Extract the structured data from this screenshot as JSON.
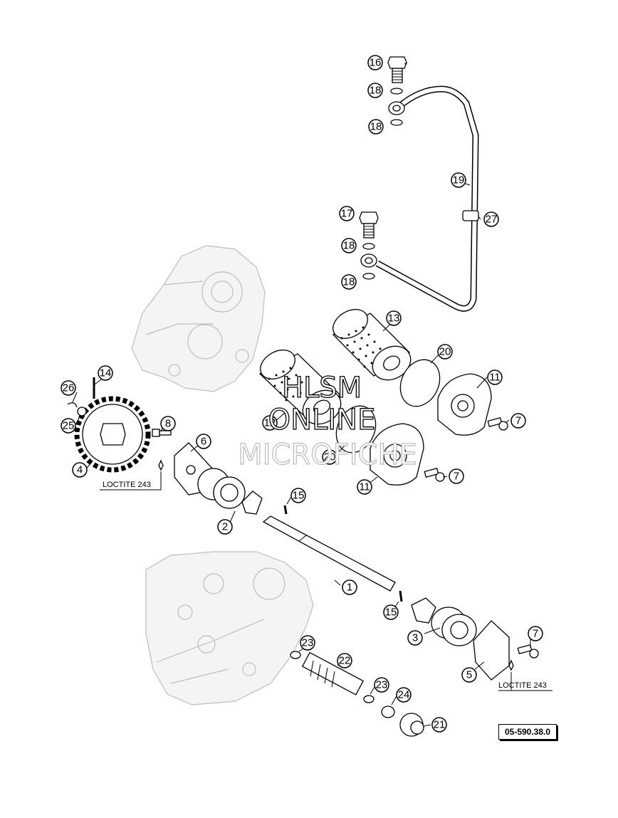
{
  "callouts": {
    "c1": "1",
    "c2": "2",
    "c3": "3",
    "c4": "4",
    "c5": "5",
    "c6": "6",
    "c7a": "7",
    "c7b": "7",
    "c7c": "7",
    "c8": "8",
    "c11a": "11",
    "c11b": "11",
    "c12": "12",
    "c13": "13",
    "c14": "14",
    "c15a": "15",
    "c15b": "15",
    "c16": "16",
    "c17": "17",
    "c18a": "18",
    "c18b": "18",
    "c18c": "18",
    "c18d": "18",
    "c19": "19",
    "c20a": "20",
    "c20b": "20",
    "c21": "21",
    "c22": "22",
    "c23a": "23",
    "c23b": "23",
    "c24": "24",
    "c25": "25",
    "c26": "26",
    "c27": "27"
  },
  "notes": {
    "loctite_left": "LOCTITE 243",
    "loctite_right": "LOCTITE 243"
  },
  "watermark": {
    "line1": "HLSM",
    "line2": "ONLINE",
    "line3": "MICROFICHE"
  },
  "diagram_ref": "05-590.38.0"
}
